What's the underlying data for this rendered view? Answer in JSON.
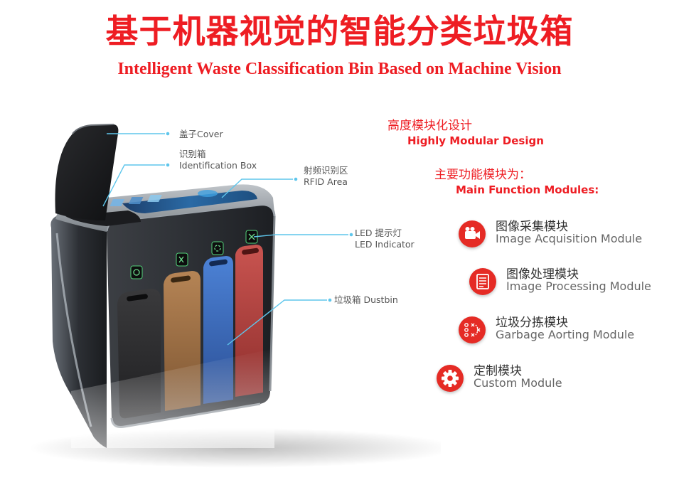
{
  "title": {
    "cn": "基于机器视觉的智能分类垃圾箱",
    "en": "Intelligent Waste Classification Bin Based on Machine Vision"
  },
  "callouts": {
    "cover": {
      "cn": "盖子",
      "en": "Cover"
    },
    "identification_box": {
      "cn": "识别箱",
      "en": "Identification Box"
    },
    "rfid": {
      "cn": "射频识别区",
      "en": "RFID Area"
    },
    "led": {
      "cn": "LED 提示灯",
      "en": "LED Indicator"
    },
    "dustbin": {
      "cn": "垃圾箱",
      "en": "Dustbin"
    }
  },
  "design": {
    "cn": "高度模块化设计",
    "en": "Highly Modular Design"
  },
  "modules_heading": {
    "cn": "主要功能模块为：",
    "en": "Main Function Modules:"
  },
  "modules": [
    {
      "cn": "图像采集模块",
      "en": "Image Acquisition Module",
      "icon": "camera-icon"
    },
    {
      "cn": "图像处理模块",
      "en": "Image Processing Module",
      "icon": "document-icon"
    },
    {
      "cn": "垃圾分拣模块",
      "en": "Garbage Aorting Module",
      "icon": "sorting-icon"
    },
    {
      "cn": "定制模块",
      "en": "Custom Module",
      "icon": "gear-icon"
    }
  ],
  "colors": {
    "title_red": "#ee1d23",
    "icon_red": "#e52b25",
    "callout_line": "#5ec6ec",
    "compartment_black": "#2b2b2d",
    "compartment_brown": "#a07246",
    "compartment_blue": "#3d6fc4",
    "compartment_red": "#b9413e"
  }
}
